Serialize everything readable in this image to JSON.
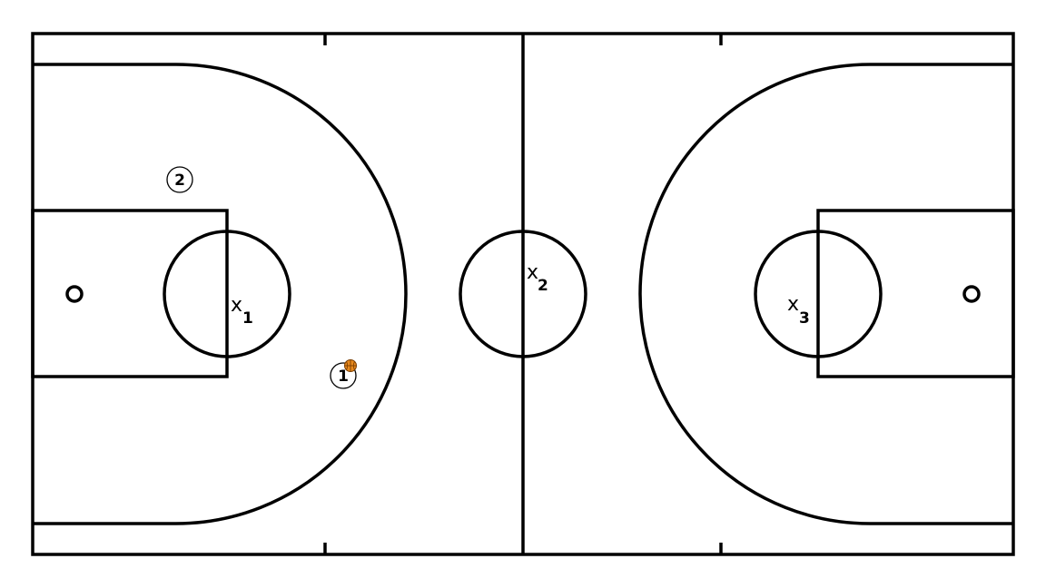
{
  "diagram": {
    "court": {
      "line_color": "#000000",
      "background": "#ffffff"
    },
    "ball": {
      "icon": "basketball-icon",
      "color": "#e8891c"
    },
    "offense": [
      {
        "label": "1",
        "has_ball": true
      },
      {
        "label": "2",
        "has_ball": false
      }
    ],
    "defense": [
      {
        "mark": "x",
        "sub": "1"
      },
      {
        "mark": "x",
        "sub": "2"
      },
      {
        "mark": "x",
        "sub": "3"
      }
    ]
  }
}
